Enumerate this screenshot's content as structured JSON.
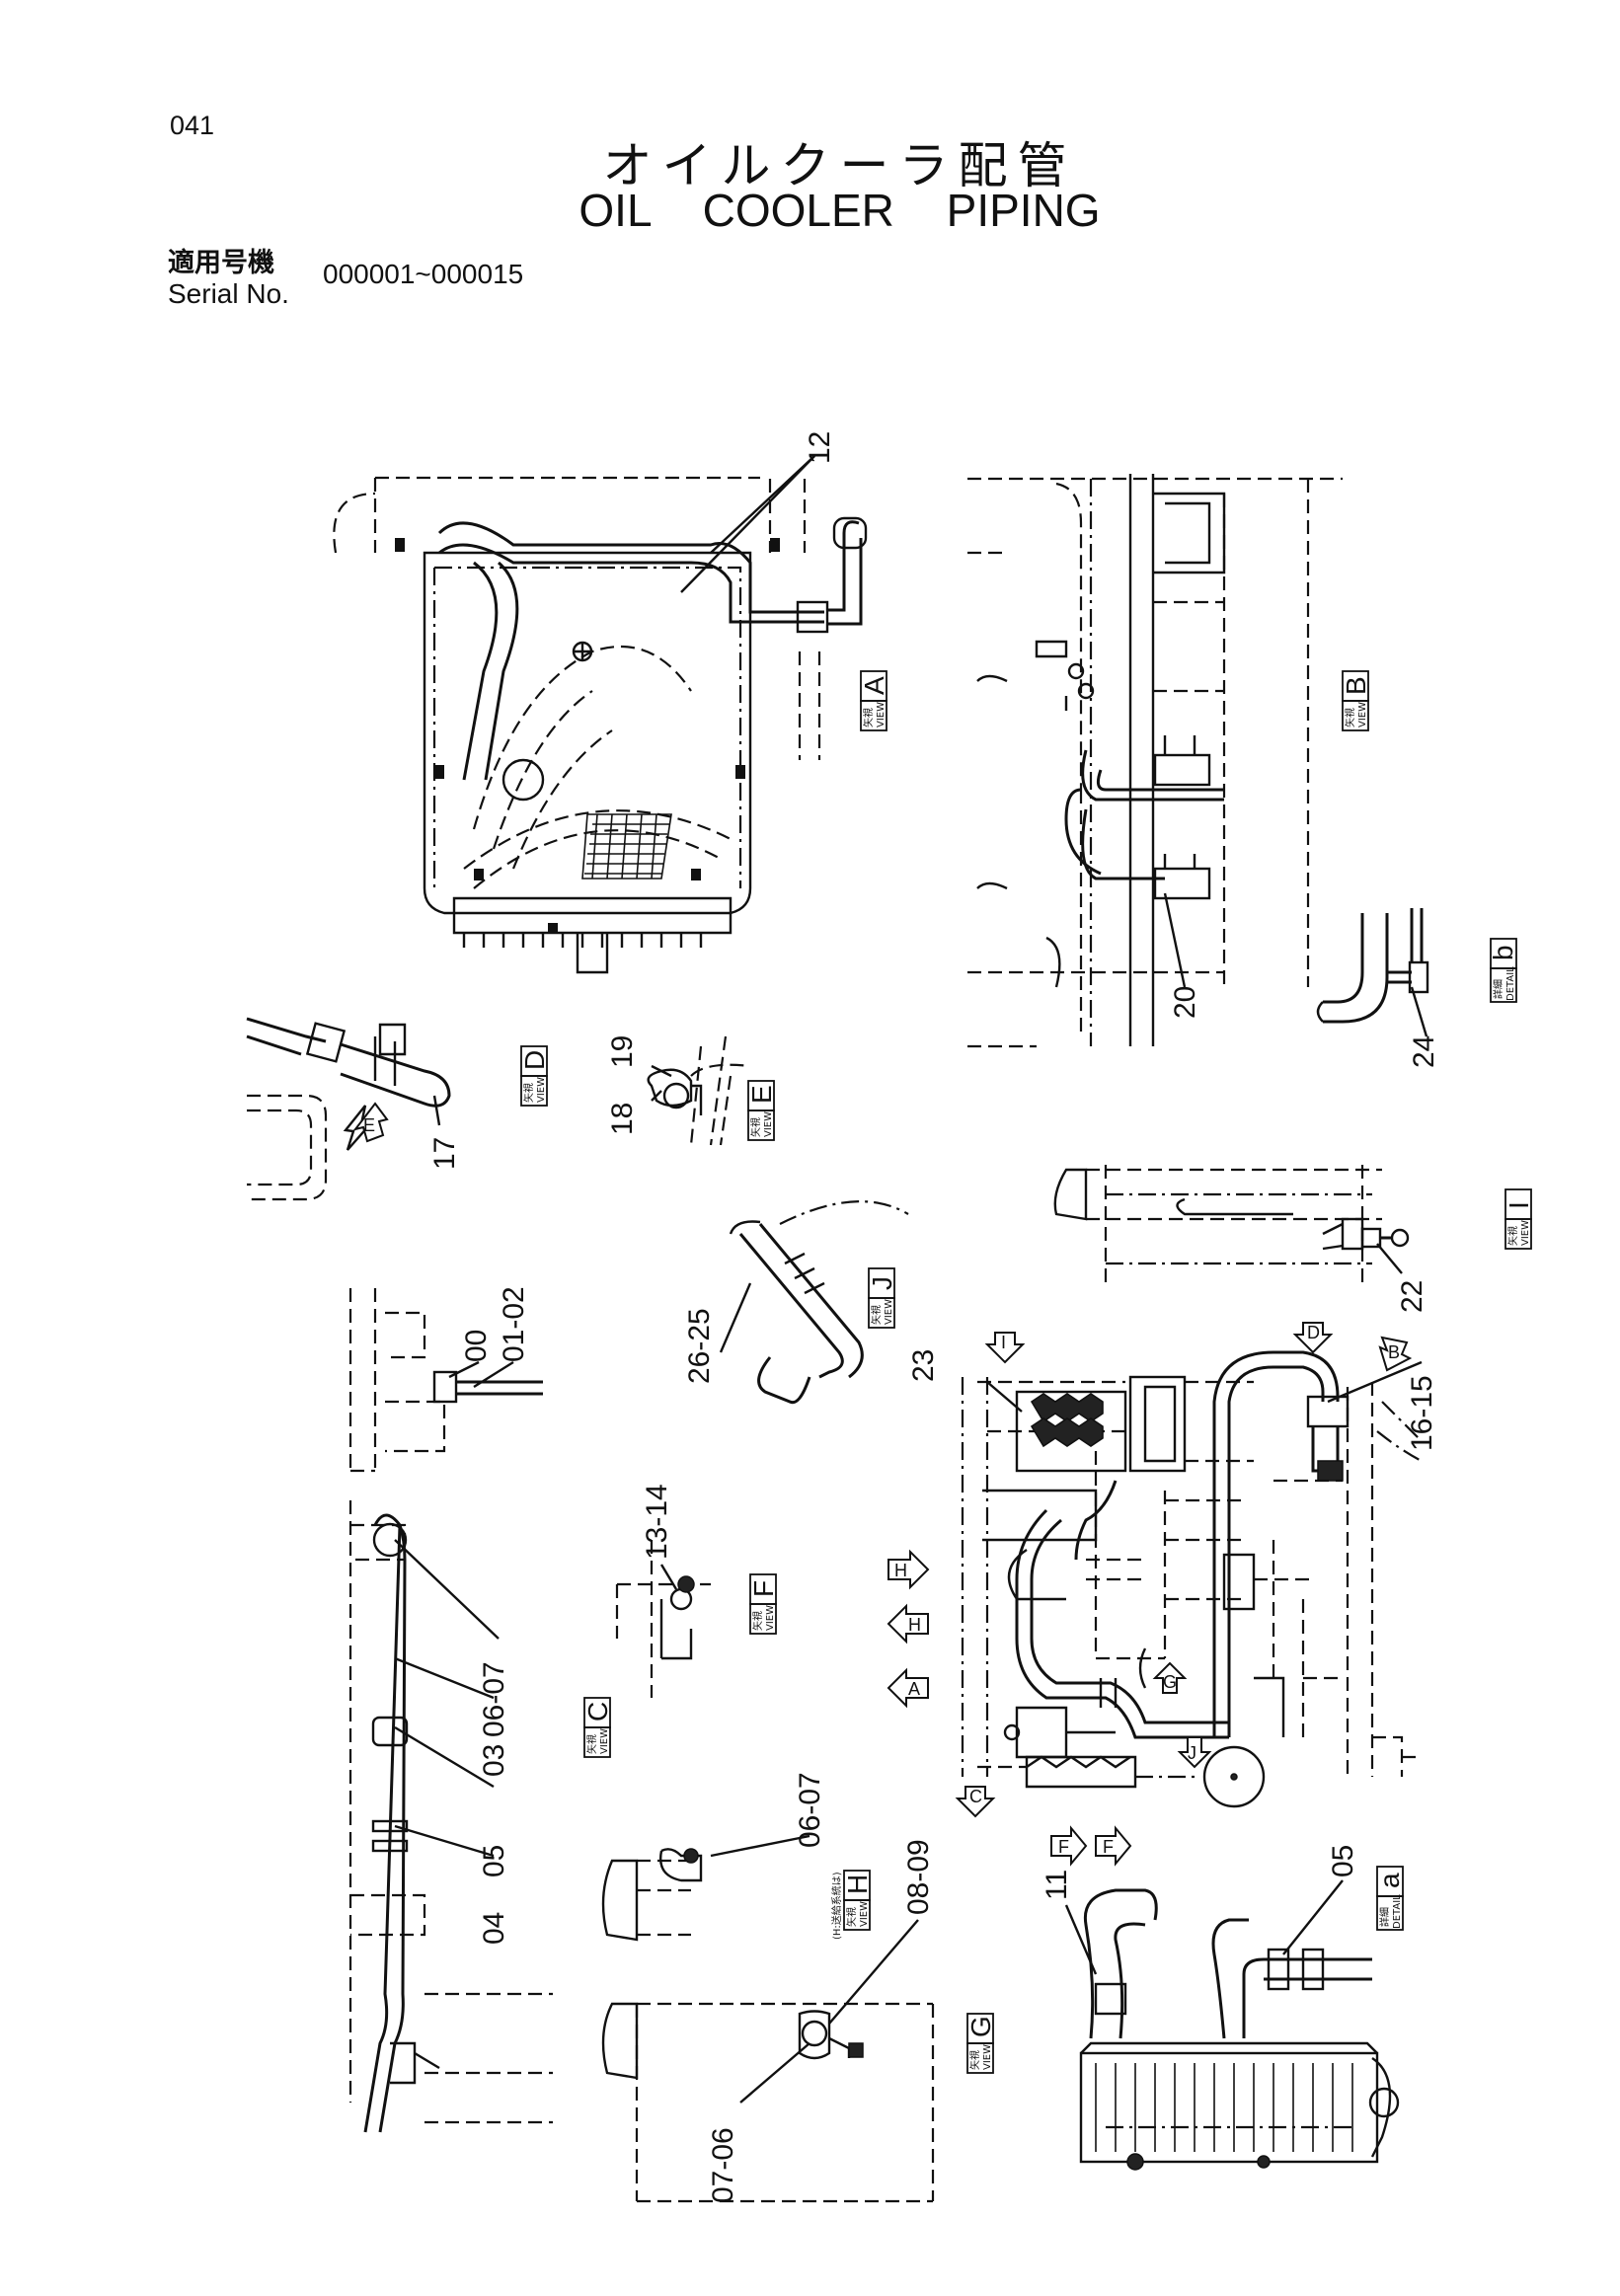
{
  "header": {
    "page_number": "041",
    "title_jp": "オイルクーラ配管",
    "title_en": "OIL   COOLER   PIPING",
    "serial_label_jp": "適用号機",
    "serial_label_en": "Serial No.",
    "serial_range": "000001~000015"
  },
  "view_tags": {
    "view_kanji": "矢視",
    "view_en": "VIEW",
    "detail_kanji": "詳細",
    "detail_en": "DETAIL",
    "h_note": "(H:送給系統は)",
    "A": "A",
    "B": "B",
    "C": "C",
    "D": "D",
    "E": "E",
    "F": "F",
    "G": "G",
    "H": "H",
    "I": "I",
    "J": "J",
    "a": "a",
    "b": "b"
  },
  "parts": {
    "p12": "12",
    "p20": "20",
    "p24": "24",
    "p17": "17",
    "p19": "19",
    "p18": "18",
    "p22": "22",
    "p26_25": "26-25",
    "p23": "23",
    "p16_15": "16-15",
    "p00": "00",
    "p01_02": "01-02",
    "p13_14": "13-14",
    "p06_07_c": "06-07",
    "p03": "03",
    "p05_c": "05",
    "p04": "04",
    "p06_07_h": "06-07",
    "p08_09": "08-09",
    "p07_06": "07-06",
    "p11": "11",
    "p05_a": "05"
  },
  "arrow_markers": {
    "E": "E",
    "I": "I",
    "D": "D",
    "B": "B",
    "H": "H",
    "H2": "H",
    "A": "A",
    "G": "G",
    "J": "J",
    "C": "C",
    "F": "F",
    "F2": "F"
  }
}
